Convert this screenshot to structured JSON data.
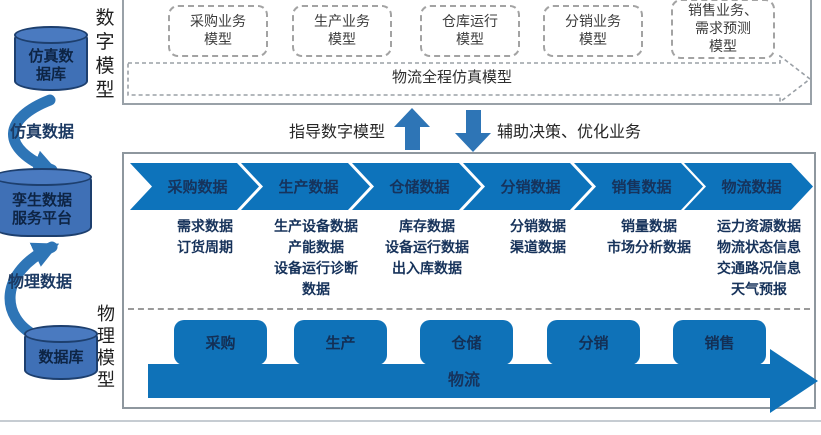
{
  "left_panel": {
    "sim_db_lines": [
      "仿真数",
      "据库"
    ],
    "sim_data_label": "仿真数据",
    "platform_lines": [
      "孪生数据",
      "服务平台"
    ],
    "physical_data_label": "物理数据",
    "db_lines": [
      "数据库"
    ]
  },
  "digital_section": {
    "side_label_chars": [
      "数",
      "字",
      "模",
      "型"
    ],
    "model_boxes": [
      [
        "采购业务",
        "模型"
      ],
      [
        "生产业务",
        "模型"
      ],
      [
        "仓库运行",
        "模型"
      ],
      [
        "分销业务",
        "模型"
      ],
      [
        "销售业务、",
        "需求预测",
        "模型"
      ]
    ],
    "simulation_arrow_label": "物流全程仿真模型"
  },
  "middle": {
    "up_arrow_label": "指导数字模型",
    "down_arrow_label": "辅助决策、优化业务"
  },
  "data_section": {
    "chevrons": [
      "采购数据",
      "生产数据",
      "仓储数据",
      "分销数据",
      "销售数据",
      "物流数据"
    ],
    "columns": [
      [
        "需求数据",
        "订货周期"
      ],
      [
        "生产设备数据",
        "产能数据",
        "设备运行诊断",
        "数据"
      ],
      [
        "库存数据",
        "设备运行数据",
        "出入库数据"
      ],
      [
        "分销数据",
        "渠道数据"
      ],
      [
        "销量数据",
        "市场分析数据"
      ],
      [
        "运力资源数据",
        "物流状态信息",
        "交通路况信息",
        "天气预报"
      ]
    ]
  },
  "physical_section": {
    "side_label_chars": [
      "物",
      "理",
      "模",
      "型"
    ],
    "process_boxes": [
      "采购",
      "生产",
      "仓储",
      "分销",
      "销售"
    ],
    "flow_label": "物流"
  },
  "colors": {
    "chevron_blue": "#0d73bb",
    "process_blue": "#0f72b8",
    "cylinder_blue": "#3f70b6",
    "cylinder_border": "#1d3f6e",
    "arrow_blue": "#2e75b6",
    "dark_navy_text": "#16325a",
    "box_border_gray": "#8e979e"
  }
}
